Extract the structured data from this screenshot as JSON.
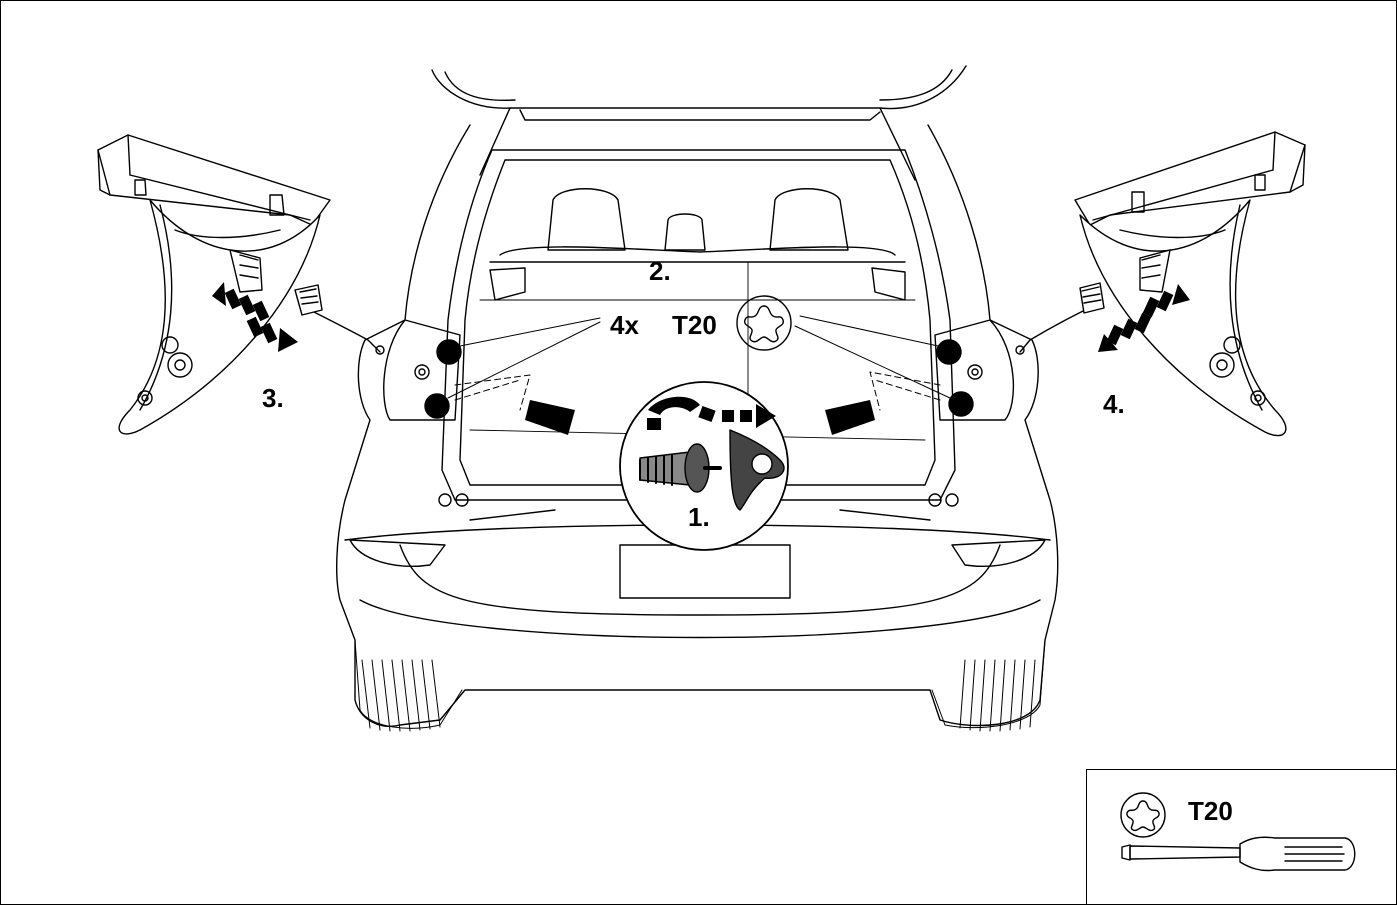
{
  "labels": {
    "step1": "1.",
    "step2": "2.",
    "step3": "3.",
    "step4": "4.",
    "quantity": "4x",
    "bit_size": "T20"
  },
  "tool_panel": {
    "bit_size": "T20",
    "icons": [
      "torx-t20-icon",
      "screwdriver-icon"
    ]
  },
  "colors": {
    "ink": "#000000",
    "paper": "#ffffff"
  }
}
